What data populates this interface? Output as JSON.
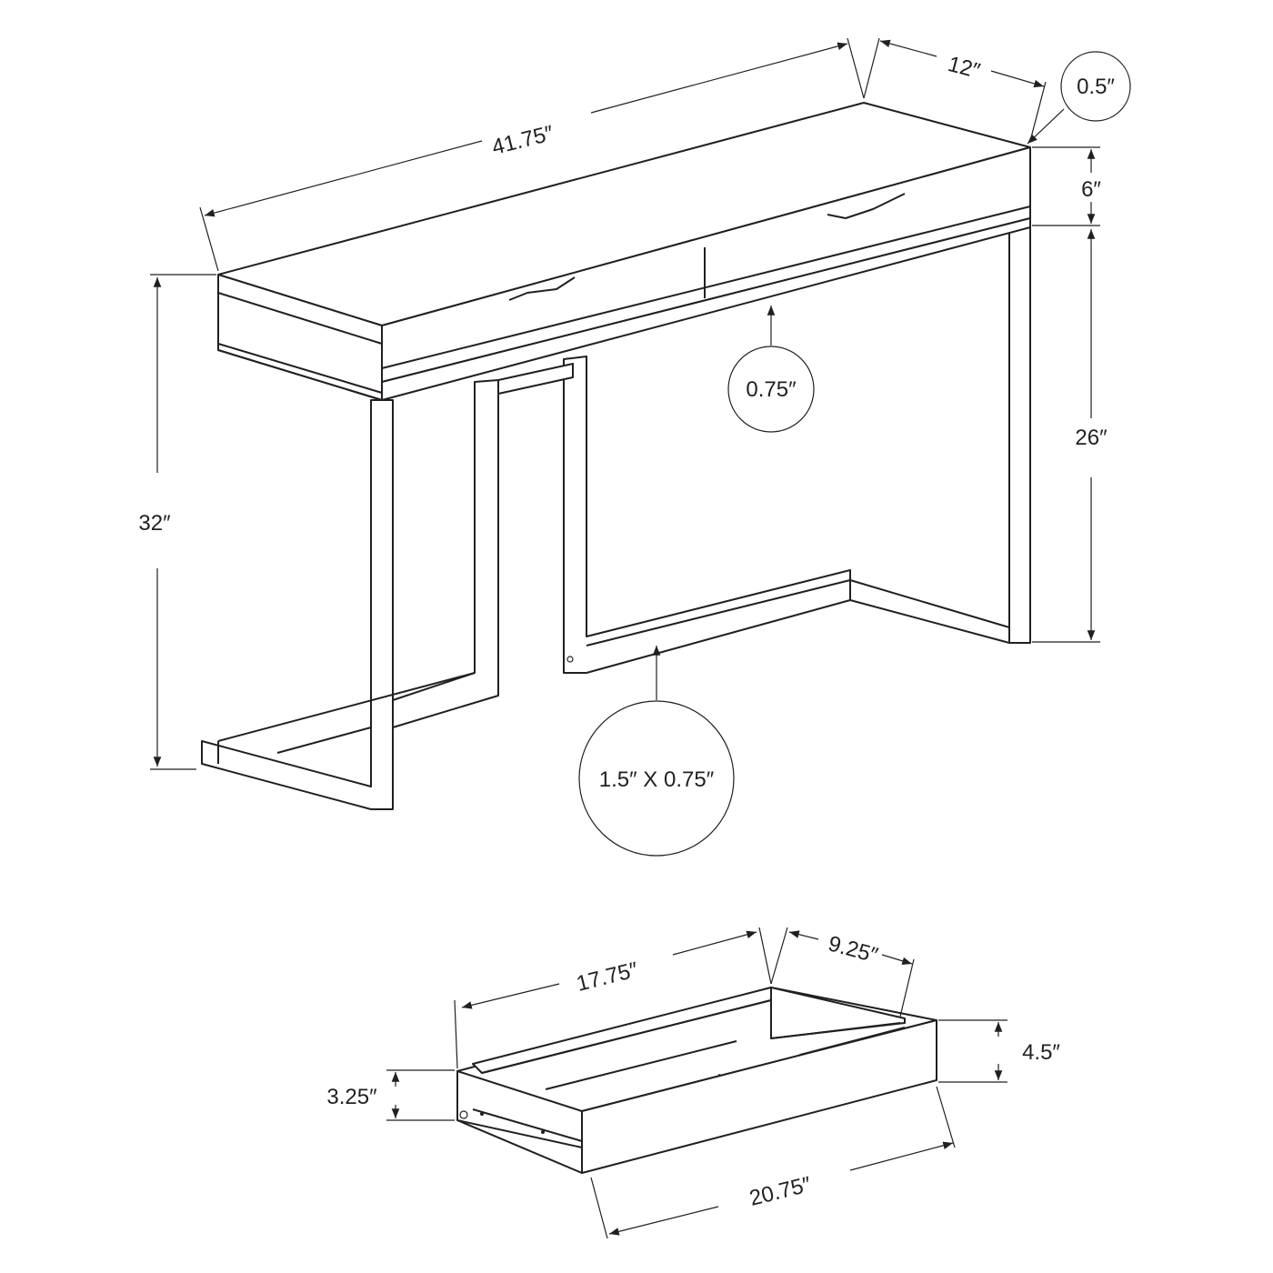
{
  "desk": {
    "width": "41.75″",
    "depth": "12″",
    "top_thickness": "0.5″",
    "drawer_height": "6″",
    "leg_clearance": "26″",
    "total_height": "32″",
    "shelf_thickness": "0.75″",
    "leg_profile": "1.5″ X 0.75″"
  },
  "drawer": {
    "inner_length": "17.75″",
    "inner_depth": "9.25″",
    "front_height": "4.5″",
    "side_height": "3.25″",
    "front_width": "20.75″"
  },
  "colors": {
    "line": "#231f20",
    "background": "#ffffff"
  }
}
